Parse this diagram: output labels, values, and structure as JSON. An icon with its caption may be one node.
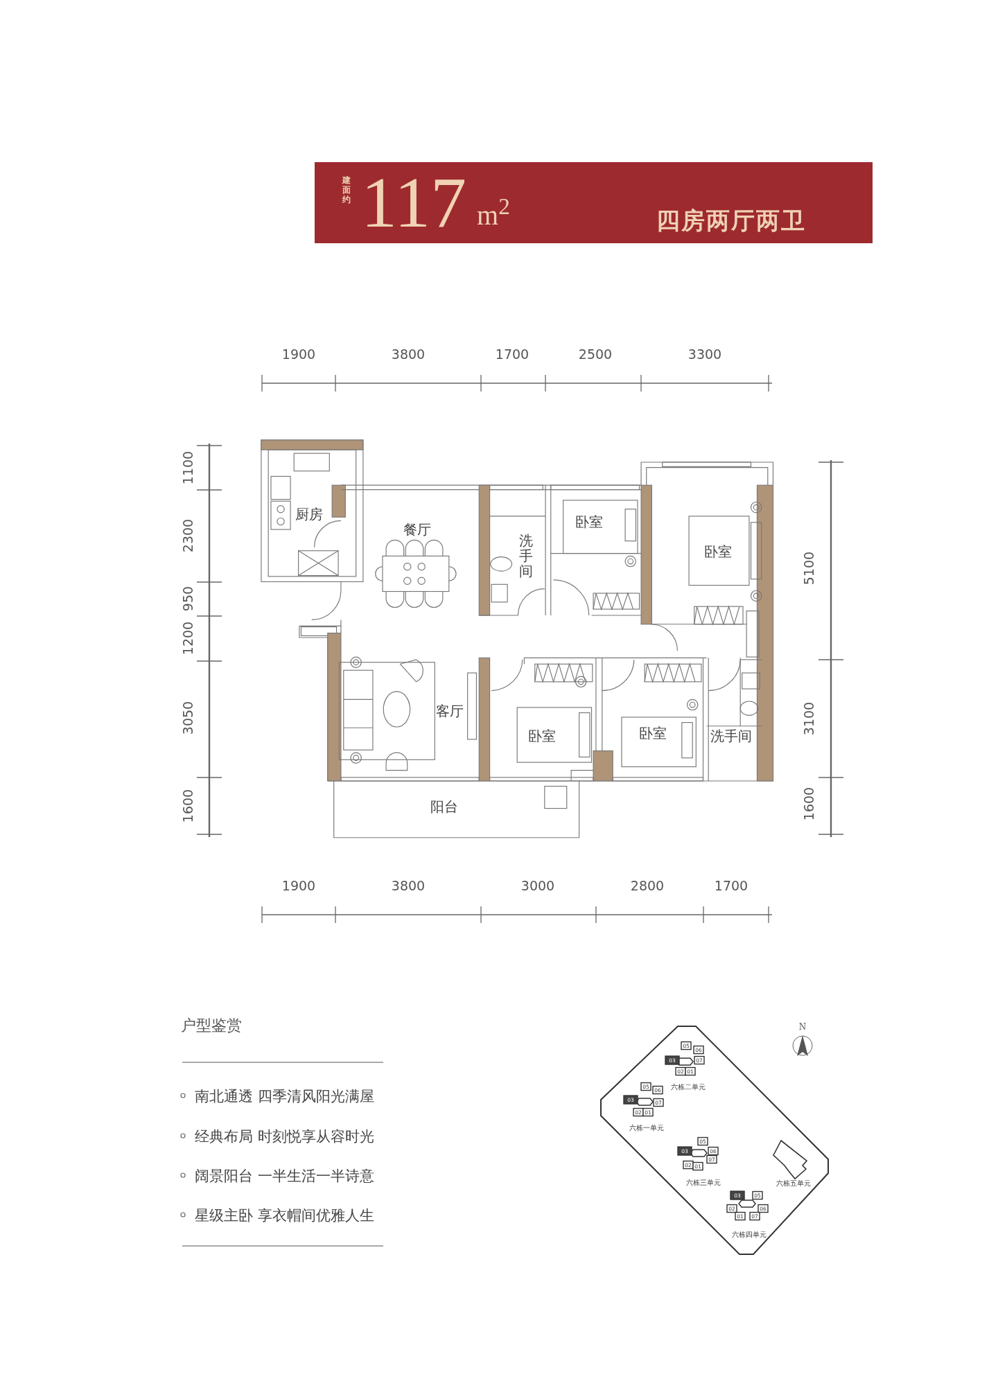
{
  "diagram": {
    "title": "四房两厅两卫",
    "labels": [
      "建面约",
      "117",
      "m$^{2}$",
      "1900",
      "3800",
      "1700",
      "2500",
      "3300",
      "1100",
      "2300",
      "950",
      "1200",
      "3050",
      "1600",
      "5100",
      "3100",
      "1600",
      "厨房",
      "餐厅",
      "洗手间",
      "卧室",
      "卧室",
      "客厅",
      "卧室",
      "卧室",
      "洗手间",
      "阳台",
      "1900",
      "3800",
      "3000",
      "2800",
      "1700",
      "户型鉴赏",
      "南北通透 四季清风阳光满屋",
      "经典布局 时刻悦享从容时光",
      "阔景阳台 一半生活一半诗意",
      "星级主卧 享衣帽间优雅人生",
      "N",
      "05",
      "06",
      "03",
      "07",
      "02",
      "01",
      "六栋二单元",
      "05",
      "06",
      "03",
      "07",
      "02",
      "01",
      "六栋一单元",
      "05",
      "03",
      "06",
      "07",
      "02",
      "01",
      "六栋三单元",
      "六栋五单元",
      "03",
      "05",
      "02",
      "06",
      "01",
      "07",
      "六栋四单元"
    ]
  }
}
